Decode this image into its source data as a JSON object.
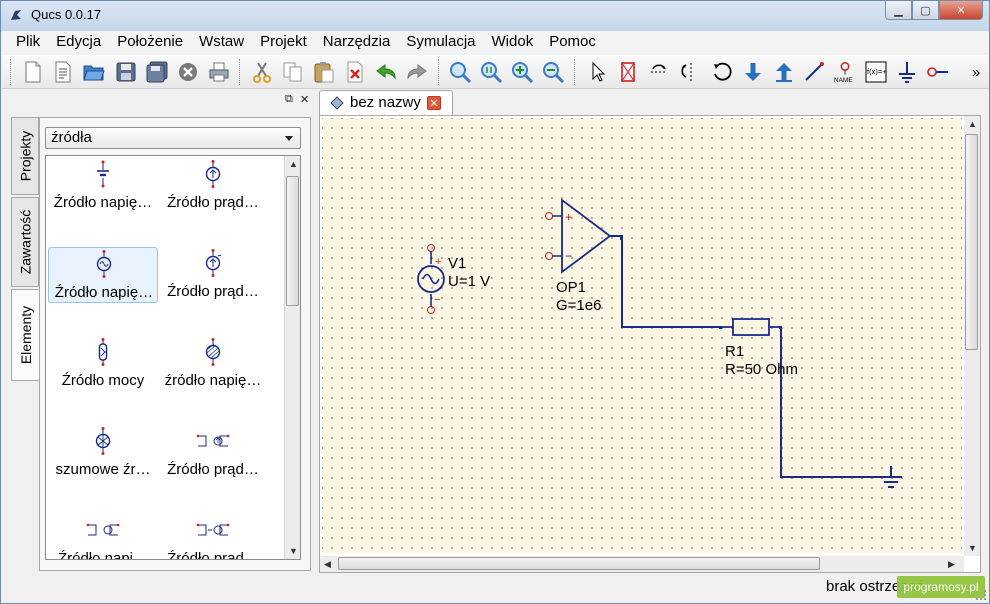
{
  "window": {
    "title": "Qucs 0.0.17",
    "controls": [
      "minimize",
      "maximize",
      "close"
    ]
  },
  "menubar": [
    "Plik",
    "Edycja",
    "Położenie",
    "Wstaw",
    "Projekt",
    "Narzędzia",
    "Symulacja",
    "Widok",
    "Pomoc"
  ],
  "toolbar": {
    "icons": [
      "new-file-icon",
      "new-text-icon",
      "open-icon",
      "save-icon",
      "save-all-icon",
      "close-file-icon",
      "print-icon",
      "cut-icon",
      "copy-icon",
      "paste-icon",
      "delete-icon",
      "undo-icon",
      "redo-icon",
      "zoom-fit-icon",
      "zoom-1-1-icon",
      "zoom-in-icon",
      "zoom-out-icon",
      "select-icon",
      "deactivate-icon",
      "mirror-x-icon",
      "mirror-y-icon",
      "rotate-icon",
      "enter-subcircuit-icon",
      "exit-subcircuit-icon",
      "wire-icon",
      "wire-label-icon",
      "equation-icon",
      "ground-icon",
      "port-icon"
    ],
    "overflow": "»",
    "label_name": "NAME",
    "label_eq": "f(x)=+"
  },
  "dock": {
    "tabs": [
      "Projekty",
      "Zawartość",
      "Elementy"
    ],
    "active_tab": "Elementy",
    "category": "źródła",
    "items": [
      {
        "label": "Źródło napię…",
        "icon": "dc-voltage-source-icon"
      },
      {
        "label": "Źródło prąd…",
        "icon": "dc-current-source-icon"
      },
      {
        "label": "Źródło napię…",
        "icon": "ac-voltage-source-icon",
        "selected": true
      },
      {
        "label": "Źródło prąd…",
        "icon": "ac-current-source-icon"
      },
      {
        "label": "Źródło mocy",
        "icon": "power-source-icon"
      },
      {
        "label": "źródło napię…",
        "icon": "noise-voltage-source-icon"
      },
      {
        "label": "szumowe źr…",
        "icon": "noise-current-source-icon"
      },
      {
        "label": "Źródło prąd…",
        "icon": "controlled-current-source-icon"
      },
      {
        "label": "Źródło napi…",
        "icon": "controlled-voltage-source-icon"
      },
      {
        "label": "Źródło prąd…",
        "icon": "controlled-current-source-2-icon"
      }
    ]
  },
  "document": {
    "tab_label": "bez nazwy",
    "close": "✕"
  },
  "schematic": {
    "v1": {
      "name": "V1",
      "value": "U=1 V",
      "plus": "+",
      "minus": "−"
    },
    "op1": {
      "name": "OP1",
      "value": "G=1e6",
      "plus": "+",
      "minus": "−"
    },
    "r1": {
      "name": "R1",
      "value": "R=50 Ohm"
    }
  },
  "status": {
    "message": "brak ostrzeżeń",
    "watermark": "programosy.pl"
  }
}
